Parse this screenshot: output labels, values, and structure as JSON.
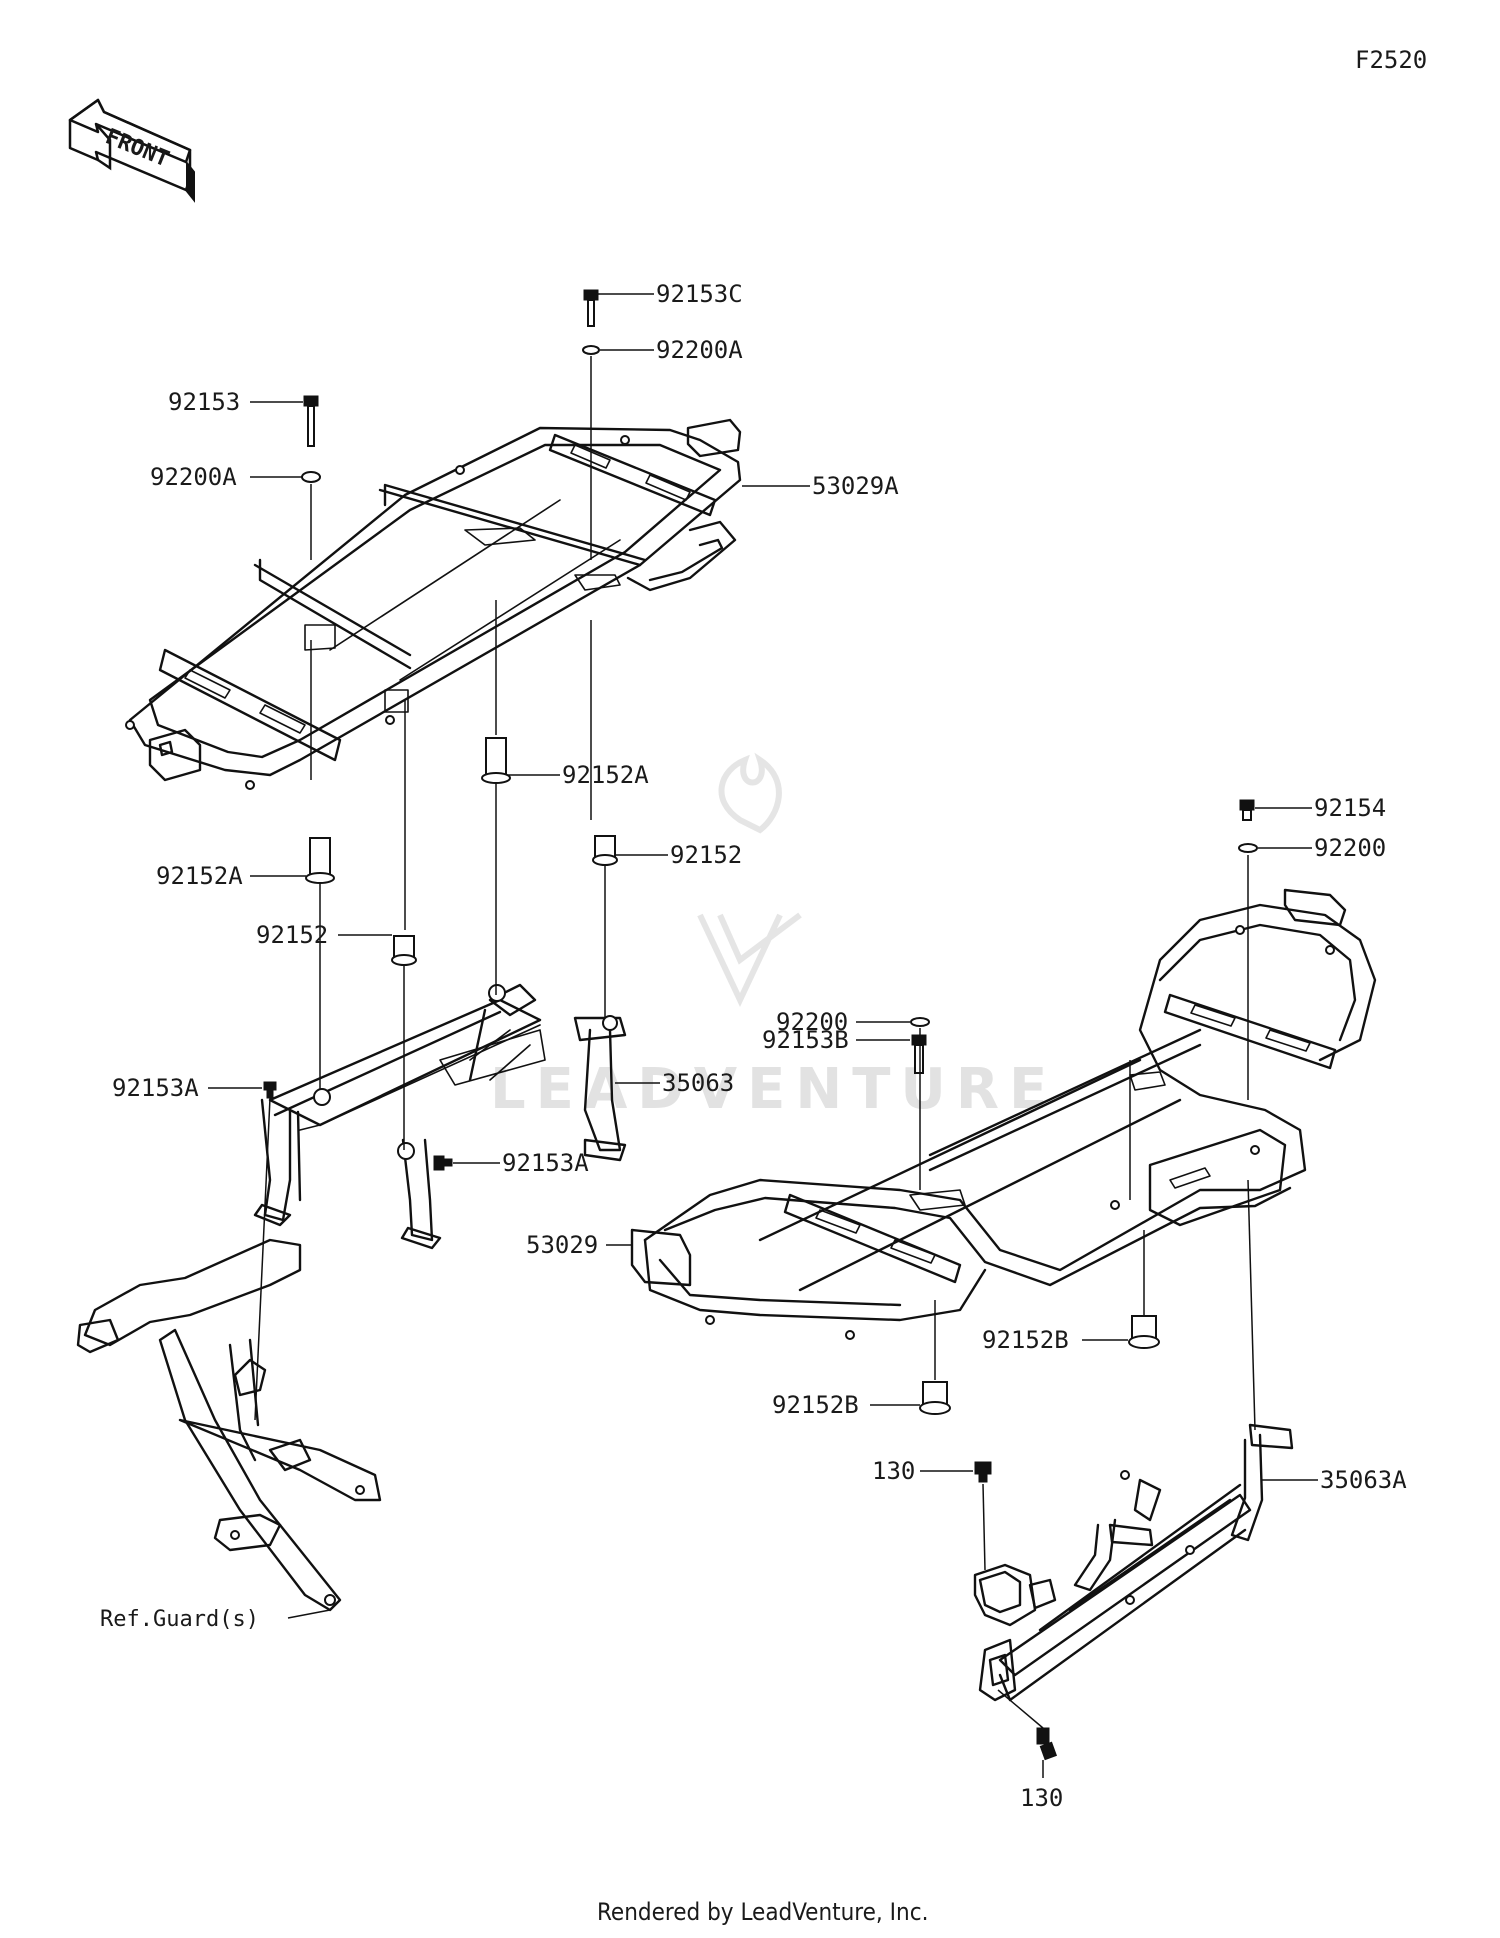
{
  "diagram_id": "F2520",
  "front_arrow_text": "FRONT",
  "footer": "Rendered by LeadVenture, Inc.",
  "watermark": "LEADVENTURE",
  "callouts": {
    "c_92153C": "92153C",
    "c_92200A_top": "92200A",
    "c_92153": "92153",
    "c_92200A_left": "92200A",
    "c_53029A": "53029A",
    "c_92152A_mid": "92152A",
    "c_92152_mid": "92152",
    "c_92152A_left": "92152A",
    "c_92152_left": "92152",
    "c_35063": "35063",
    "c_92153A_left": "92153A",
    "c_92153A_mid": "92153A",
    "c_92154": "92154",
    "c_92200_right": "92200",
    "c_92153B": "92153B",
    "c_92200_mid": "92200",
    "c_53029": "53029",
    "c_92152B_right": "92152B",
    "c_92152B_mid": "92152B",
    "c_130_top": "130",
    "c_35063A": "35063A",
    "c_130_bottom": "130",
    "c_ref_guards": "Ref.Guard(s)"
  }
}
